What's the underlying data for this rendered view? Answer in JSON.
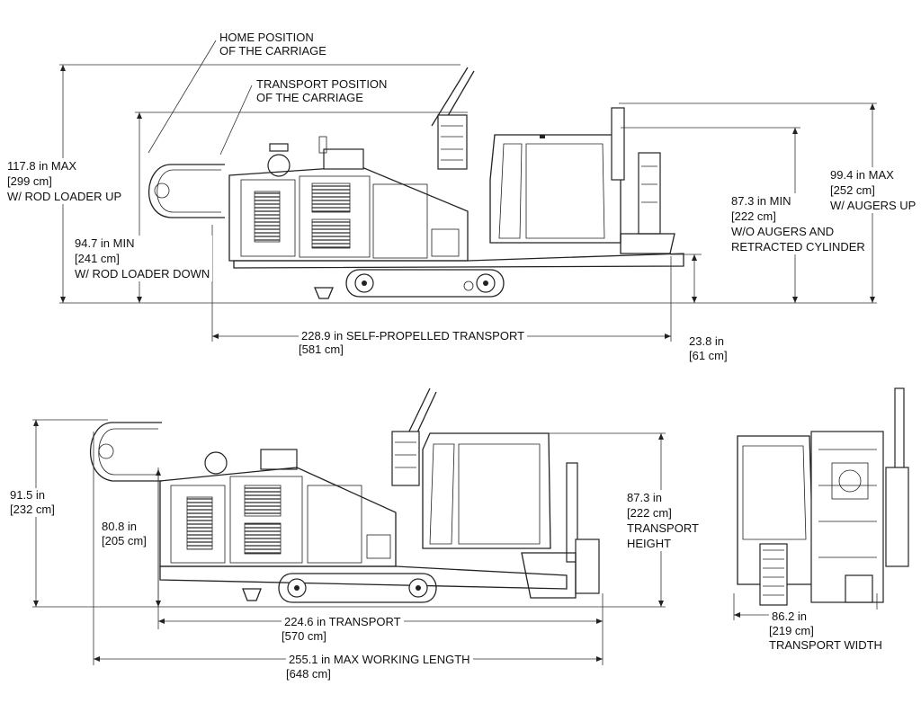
{
  "callouts": {
    "home_position": [
      "HOME POSITION",
      "OF THE CARRIAGE"
    ],
    "transport_position": [
      "TRANSPORT POSITION",
      "OF THE CARRIAGE"
    ]
  },
  "top_view": {
    "max_height": [
      "117.8 in   MAX",
      "[299 cm]",
      "W/ ROD LOADER UP"
    ],
    "min_height": [
      "94.7 in   MIN",
      "[241 cm]",
      "W/ ROD LOADER DOWN"
    ],
    "min_height_no_augers": [
      "87.3 in   MIN",
      "[222 cm]",
      "W/O AUGERS AND",
      "RETRACTED CYLINDER"
    ],
    "max_height_augers": [
      "99.4 in   MAX",
      "[252 cm]",
      "W/ AUGERS UP"
    ],
    "self_propelled_length": [
      "228.9 in   SELF-PROPELLED TRANSPORT",
      "[581 cm]"
    ],
    "ground_clearance": [
      "23.8 in",
      "[61 cm]"
    ]
  },
  "side_view": {
    "overall_height": [
      "91.5 in",
      "[232 cm]"
    ],
    "track_height": [
      "80.8 in",
      "[205 cm]"
    ],
    "transport_height": [
      "87.3 in",
      "[222 cm]",
      "TRANSPORT",
      "HEIGHT"
    ],
    "transport_length": [
      "224.6 in   TRANSPORT",
      "[570 cm]"
    ],
    "max_working_length": [
      "255.1 in   MAX WORKING LENGTH",
      "[648 cm]"
    ]
  },
  "rear_view": {
    "transport_width": [
      "86.2 in",
      "[219 cm]",
      "TRANSPORT WIDTH"
    ]
  }
}
